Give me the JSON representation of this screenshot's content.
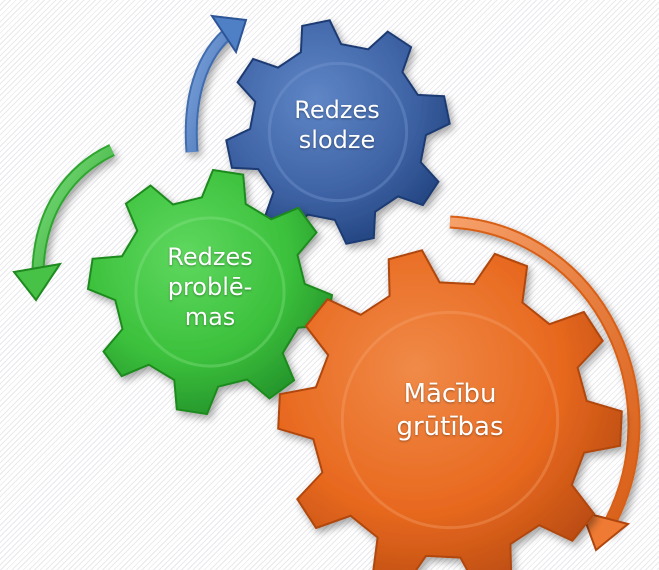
{
  "gears": [
    {
      "id": "blue",
      "lines": [
        "Redzes",
        "slodze"
      ],
      "color": "#3f64a6",
      "dark": "#1e3b73",
      "light": "#7e9fd6"
    },
    {
      "id": "green",
      "lines": [
        "Redzes",
        "problē-",
        "mas"
      ],
      "color": "#3cc13c",
      "dark": "#1f8a1f",
      "light": "#8be48b"
    },
    {
      "id": "orange",
      "lines": [
        "Mācību",
        "grūtības"
      ],
      "color": "#e8691f",
      "dark": "#b0460d",
      "light": "#f6a772"
    }
  ],
  "arrows": {
    "blue": "#4f7fc4",
    "green": "#47c247",
    "orange": "#ef7a33"
  }
}
